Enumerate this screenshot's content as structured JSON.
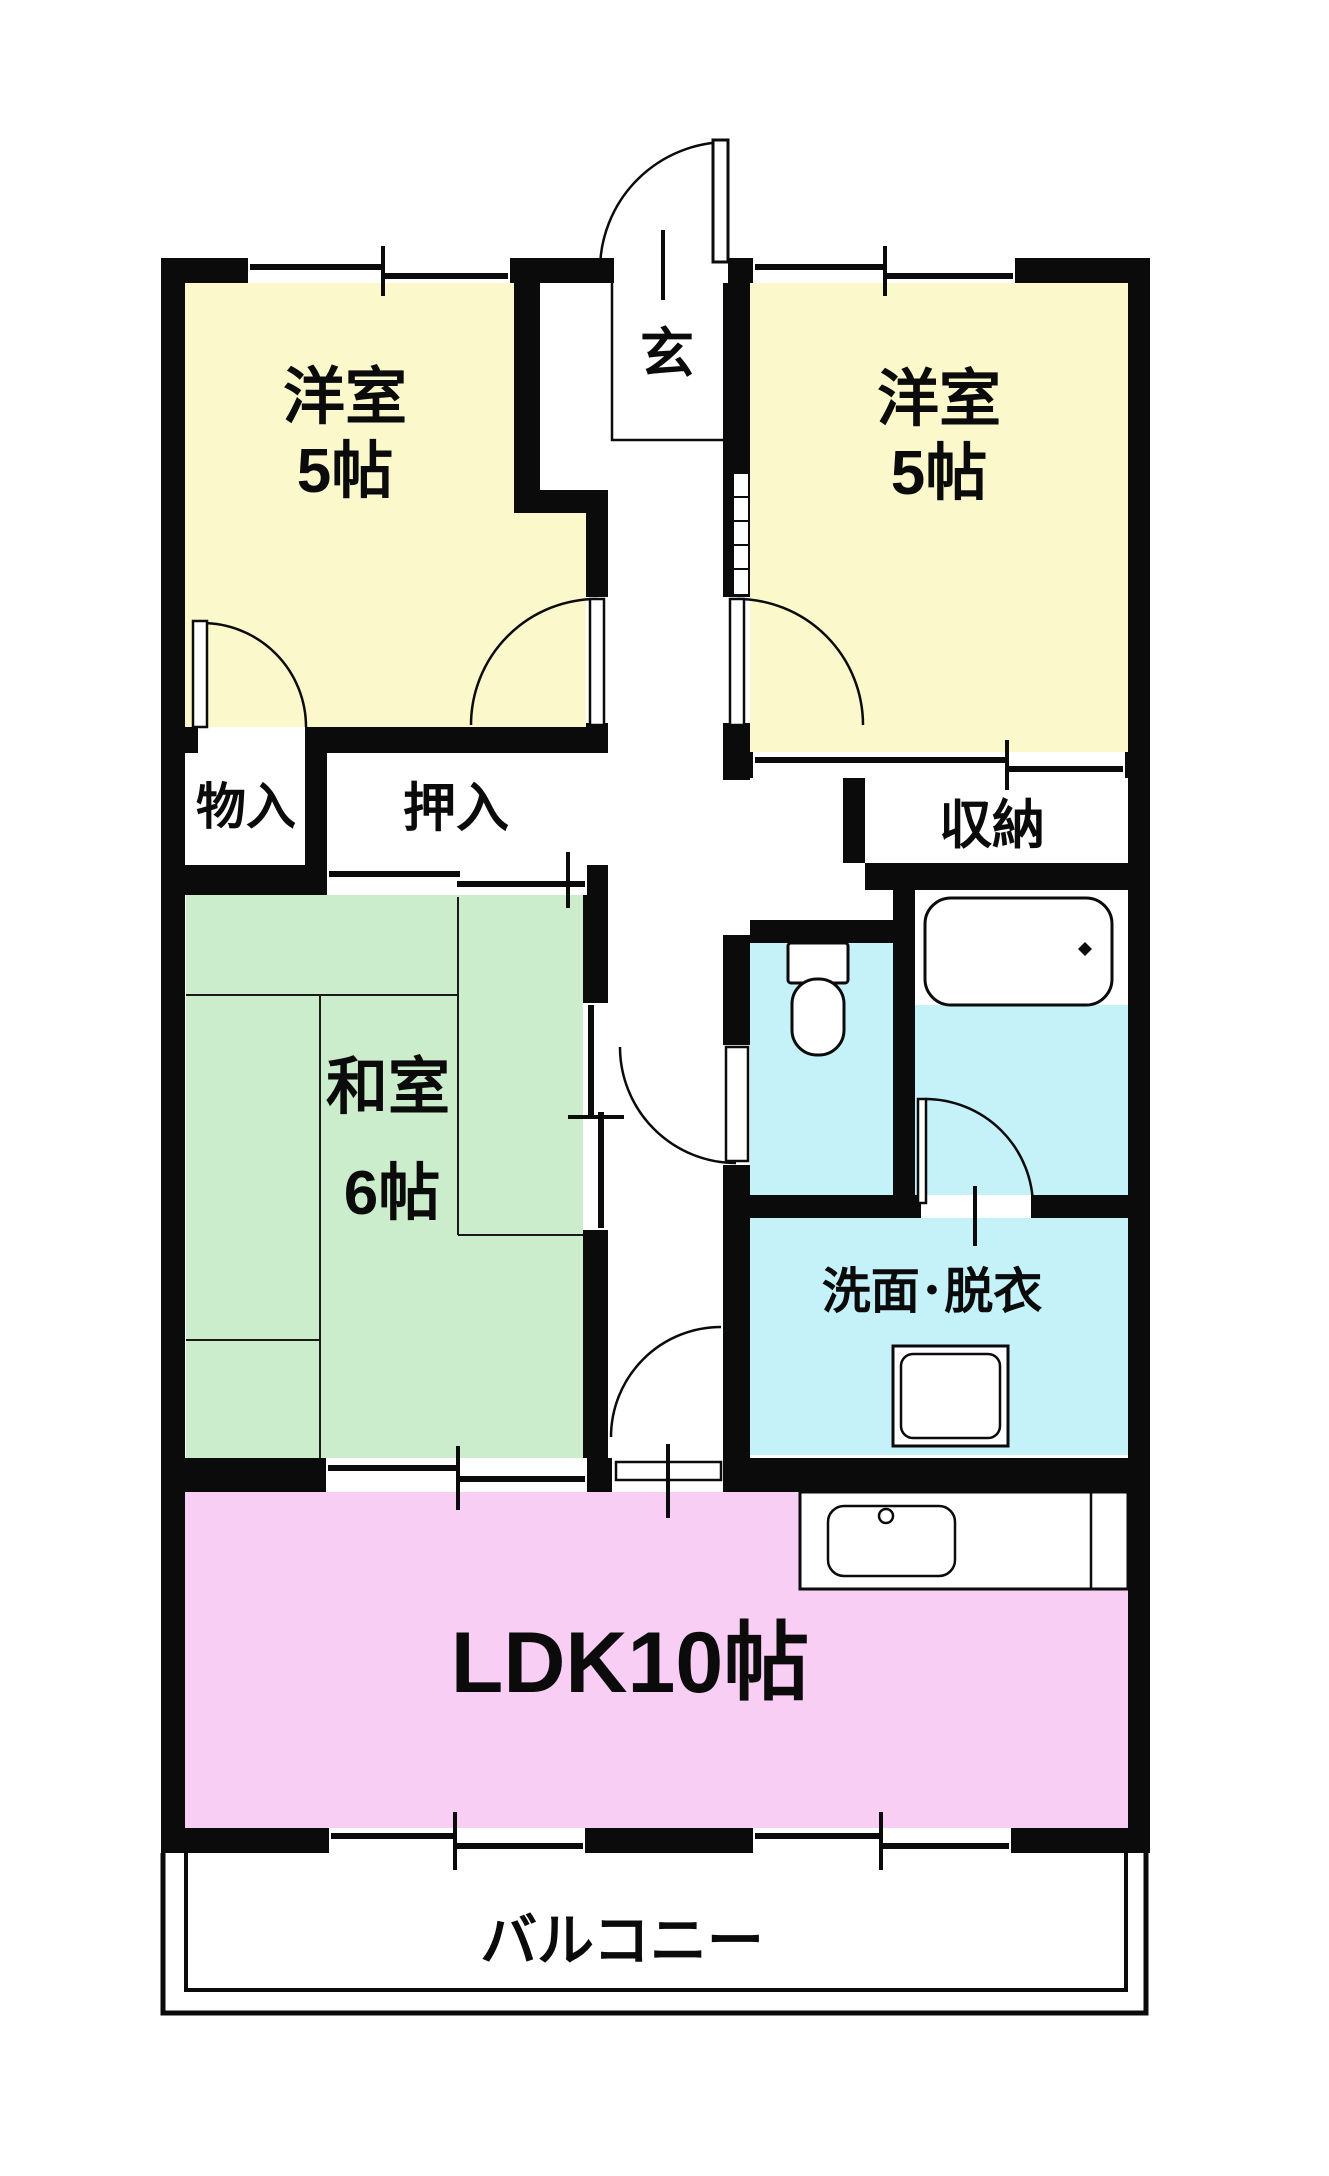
{
  "floorplan": {
    "rooms": {
      "bedroom_left": {
        "name": "洋室",
        "size": "5帖"
      },
      "bedroom_right": {
        "name": "洋室",
        "size": "5帖"
      },
      "entrance": {
        "name": "玄"
      },
      "storage_small": {
        "name": "物入"
      },
      "closet": {
        "name": "押入"
      },
      "storage": {
        "name": "収納"
      },
      "japanese_room": {
        "name": "和室",
        "size": "6帖"
      },
      "washroom": {
        "name": "洗面･脱衣"
      },
      "ldk": {
        "name": "LDK10帖"
      },
      "balcony": {
        "name": "バルコニー"
      }
    },
    "colors": {
      "bedroom": "#FBF9CC",
      "japanese_room": "#CBEDCB",
      "ldk": "#F9CEF4",
      "wet_area": "#C5F1F9",
      "wall": "#0B0B0B",
      "background": "#FFFFFF"
    }
  }
}
